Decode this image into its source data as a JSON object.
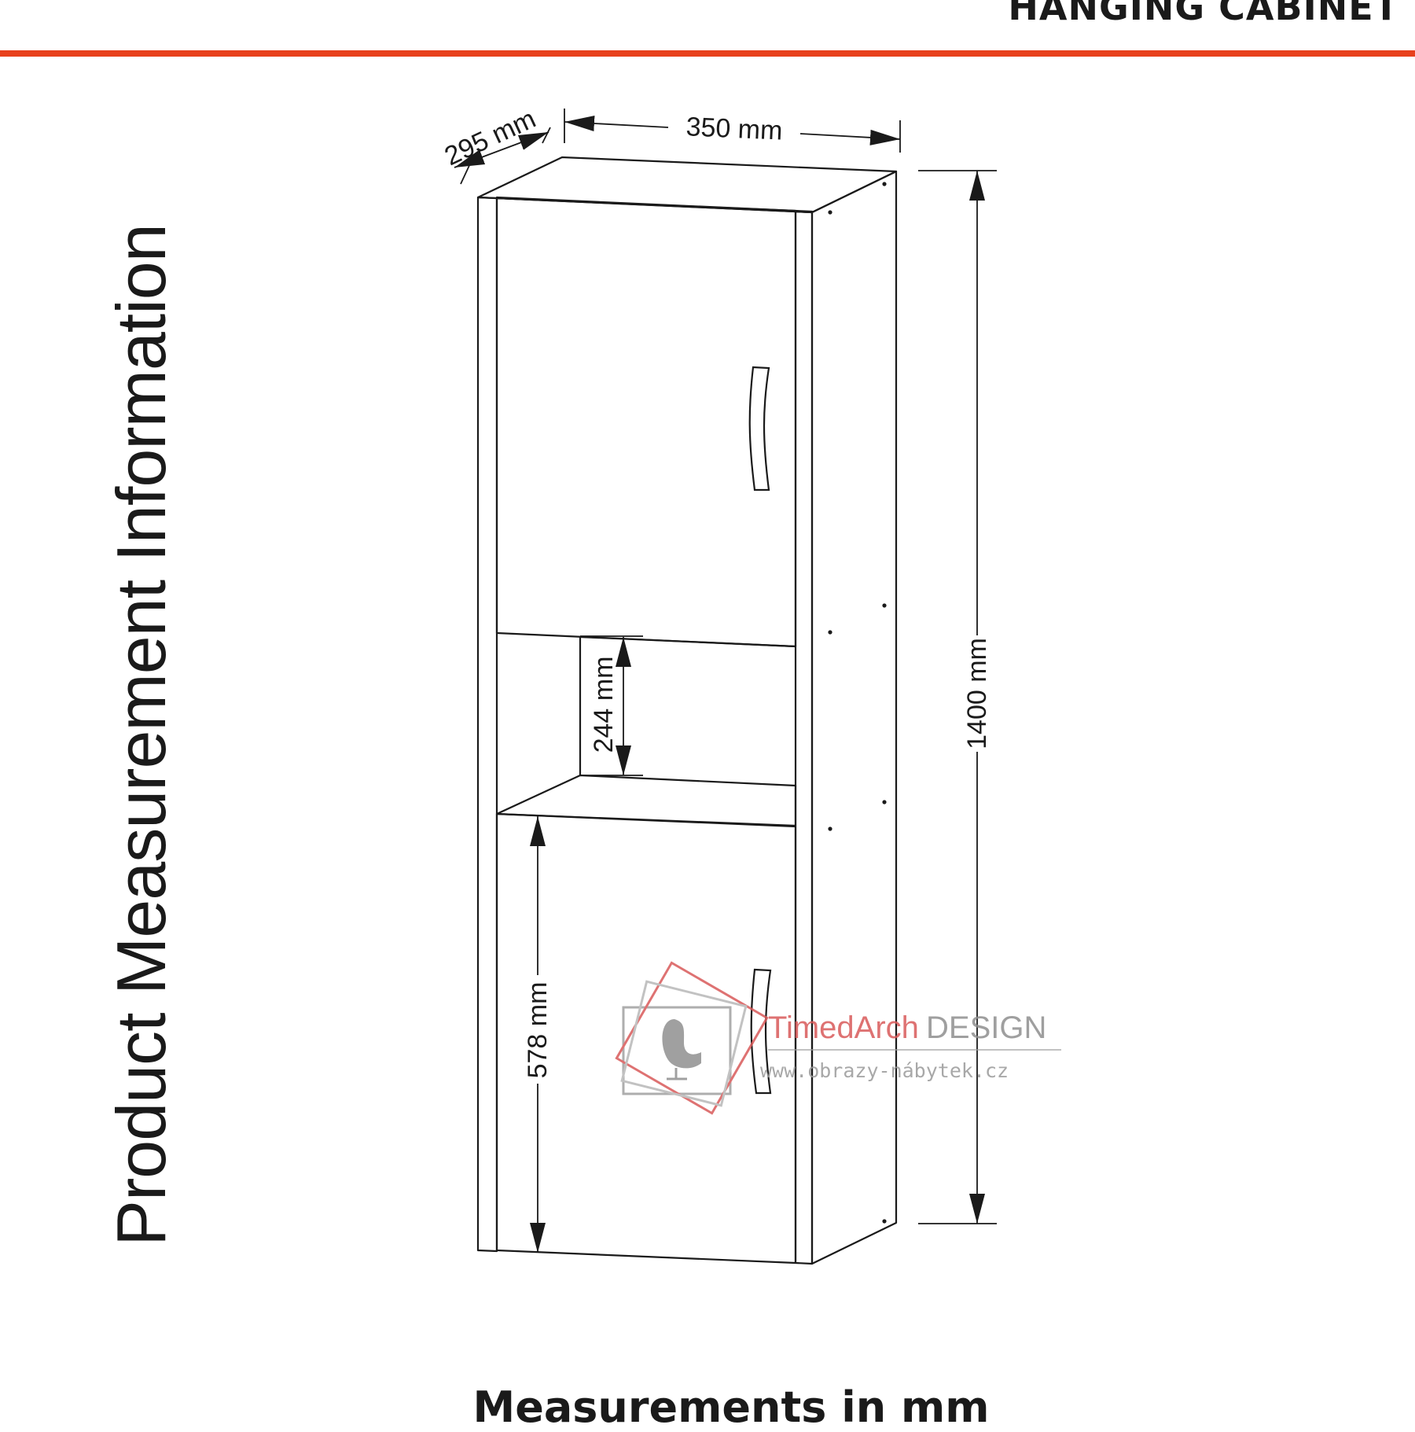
{
  "header": {
    "title": "HANGING CABINET"
  },
  "side_title": "Product Measurement Information",
  "dimensions": {
    "depth": "295 mm",
    "width": "350 mm",
    "height": "1400 mm",
    "shelf_gap": "244 mm",
    "lower_compartment": "578 mm"
  },
  "watermark": {
    "brand_part1": "TimedArch",
    "brand_part2": "DESIGN",
    "url": "www.obrazy-nábytek.cz"
  },
  "footer": {
    "note": "Measurements in mm"
  },
  "colors": {
    "accent": "#e8401c",
    "line": "#1a1a1a",
    "watermark": "#a0a0a0",
    "watermark_red": "#d95a5a"
  }
}
